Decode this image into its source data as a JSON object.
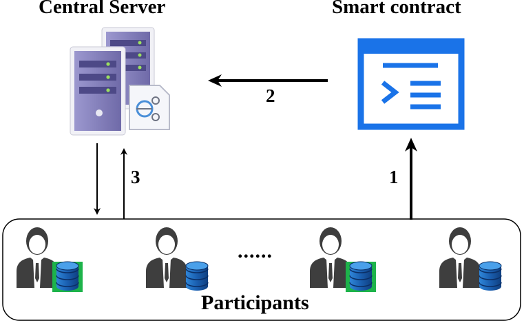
{
  "titles": {
    "central_server": "Central Server",
    "smart_contract": "Smart contract",
    "participants": "Participants"
  },
  "steps": {
    "one": "1",
    "two": "2",
    "three": "3"
  },
  "ellipsis": "......",
  "icons": {
    "server": "server-stack-icon",
    "contract": "smart-contract-icon",
    "participant": "user-with-database-icon"
  },
  "colors": {
    "contract_blue": "#1a73e8",
    "highlight_green": "#1db34a",
    "server_purple": "#7d78b3",
    "database_blue": "#1f6fc2"
  },
  "participants": [
    {
      "highlighted": true
    },
    {
      "highlighted": false
    },
    {
      "highlighted": true
    },
    {
      "highlighted": false
    }
  ]
}
